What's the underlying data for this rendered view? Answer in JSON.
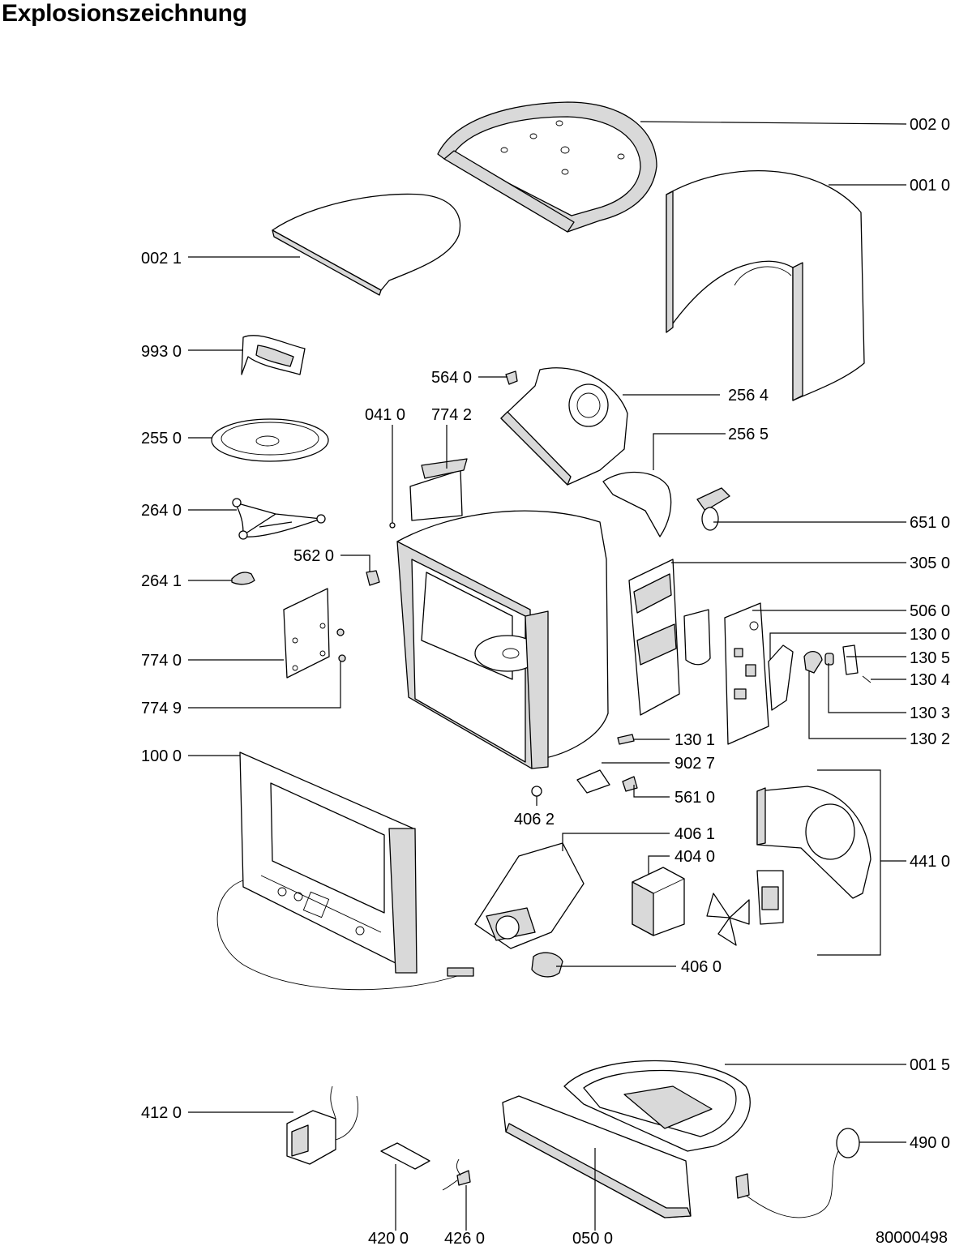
{
  "title": "Explosionszeichnung",
  "document_number": "80000498",
  "part_labels": {
    "p0020": "002 0",
    "p0010": "001 0",
    "p0021": "002 1",
    "p9930": "993 0",
    "p5640": "564 0",
    "p2564": "256 4",
    "p0410": "041 0",
    "p7742": "774 2",
    "p2565": "256 5",
    "p2550": "255 0",
    "p2640": "264 0",
    "p6510": "651 0",
    "p5620": "562 0",
    "p3050": "305 0",
    "p2641": "264 1",
    "p5060": "506 0",
    "p1300": "130 0",
    "p1305": "130 5",
    "p7740": "774 0",
    "p1304": "130 4",
    "p7749": "774 9",
    "p1303": "130 3",
    "p1301": "130 1",
    "p1302": "130 2",
    "p1000": "100 0",
    "p9027": "902 7",
    "p5610": "561 0",
    "p4062": "406 2",
    "p4061": "406 1",
    "p4040": "404 0",
    "p4410": "441 0",
    "p4060": "406 0",
    "p0015": "001 5",
    "p4120": "412 0",
    "p4900": "490 0",
    "p4200": "420 0",
    "p4260": "426 0",
    "p0500": "050 0"
  }
}
